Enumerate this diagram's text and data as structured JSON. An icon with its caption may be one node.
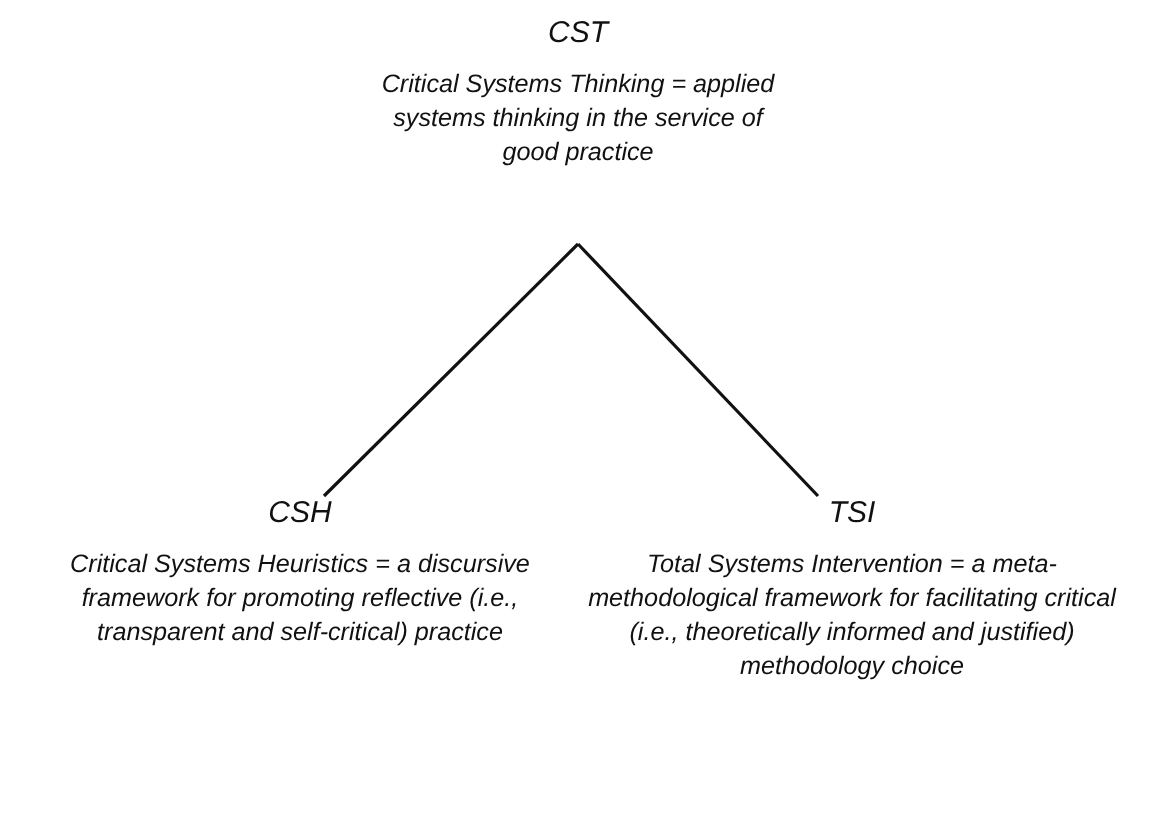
{
  "diagram": {
    "nodes": [
      {
        "text": [
          "CST",
          "Critical Systems Thinking = applied systems thinking in the service of good practice"
        ]
      },
      {
        "text": [
          "CSH",
          "Critical Systems Heuristics = a discursive framework for promoting reflective (i.e., transparent and self-critical) practice"
        ]
      },
      {
        "text": [
          "TSI",
          "Total Systems Intervention = a meta-methodological framework for facilitating critical (i.e., theoretically informed and justified) methodology choice"
        ]
      }
    ],
    "edges": [
      {
        "from": 0,
        "to": 1,
        "arrow": "none"
      },
      {
        "from": 0,
        "to": 2,
        "arrow": "none"
      }
    ]
  }
}
